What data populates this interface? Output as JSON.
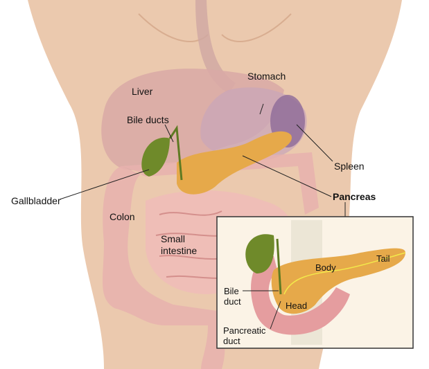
{
  "title": "Pancreas anatomy",
  "labels": {
    "liver": "Liver",
    "stomach": "Stomach",
    "bile_ducts": "Bile ducts",
    "spleen": "Spleen",
    "gallbladder": "Gallbladder",
    "pancreas": "Pancreas",
    "colon": "Colon",
    "small_intestine_1": "Small",
    "small_intestine_2": "intestine"
  },
  "inset": {
    "body": "Body",
    "tail": "Tail",
    "bile_duct_1": "Bile",
    "bile_duct_2": "duct",
    "head": "Head",
    "pancreatic_duct_1": "Pancreatic",
    "pancreatic_duct_2": "duct"
  },
  "colors": {
    "skin": "#e9c6ab",
    "liver": "#d9a9a6",
    "pancreas": "#e6a94a",
    "gallbladder": "#6f8a2a",
    "intestine": "#eab0b0",
    "inset_bg": "#fbf3e6"
  }
}
